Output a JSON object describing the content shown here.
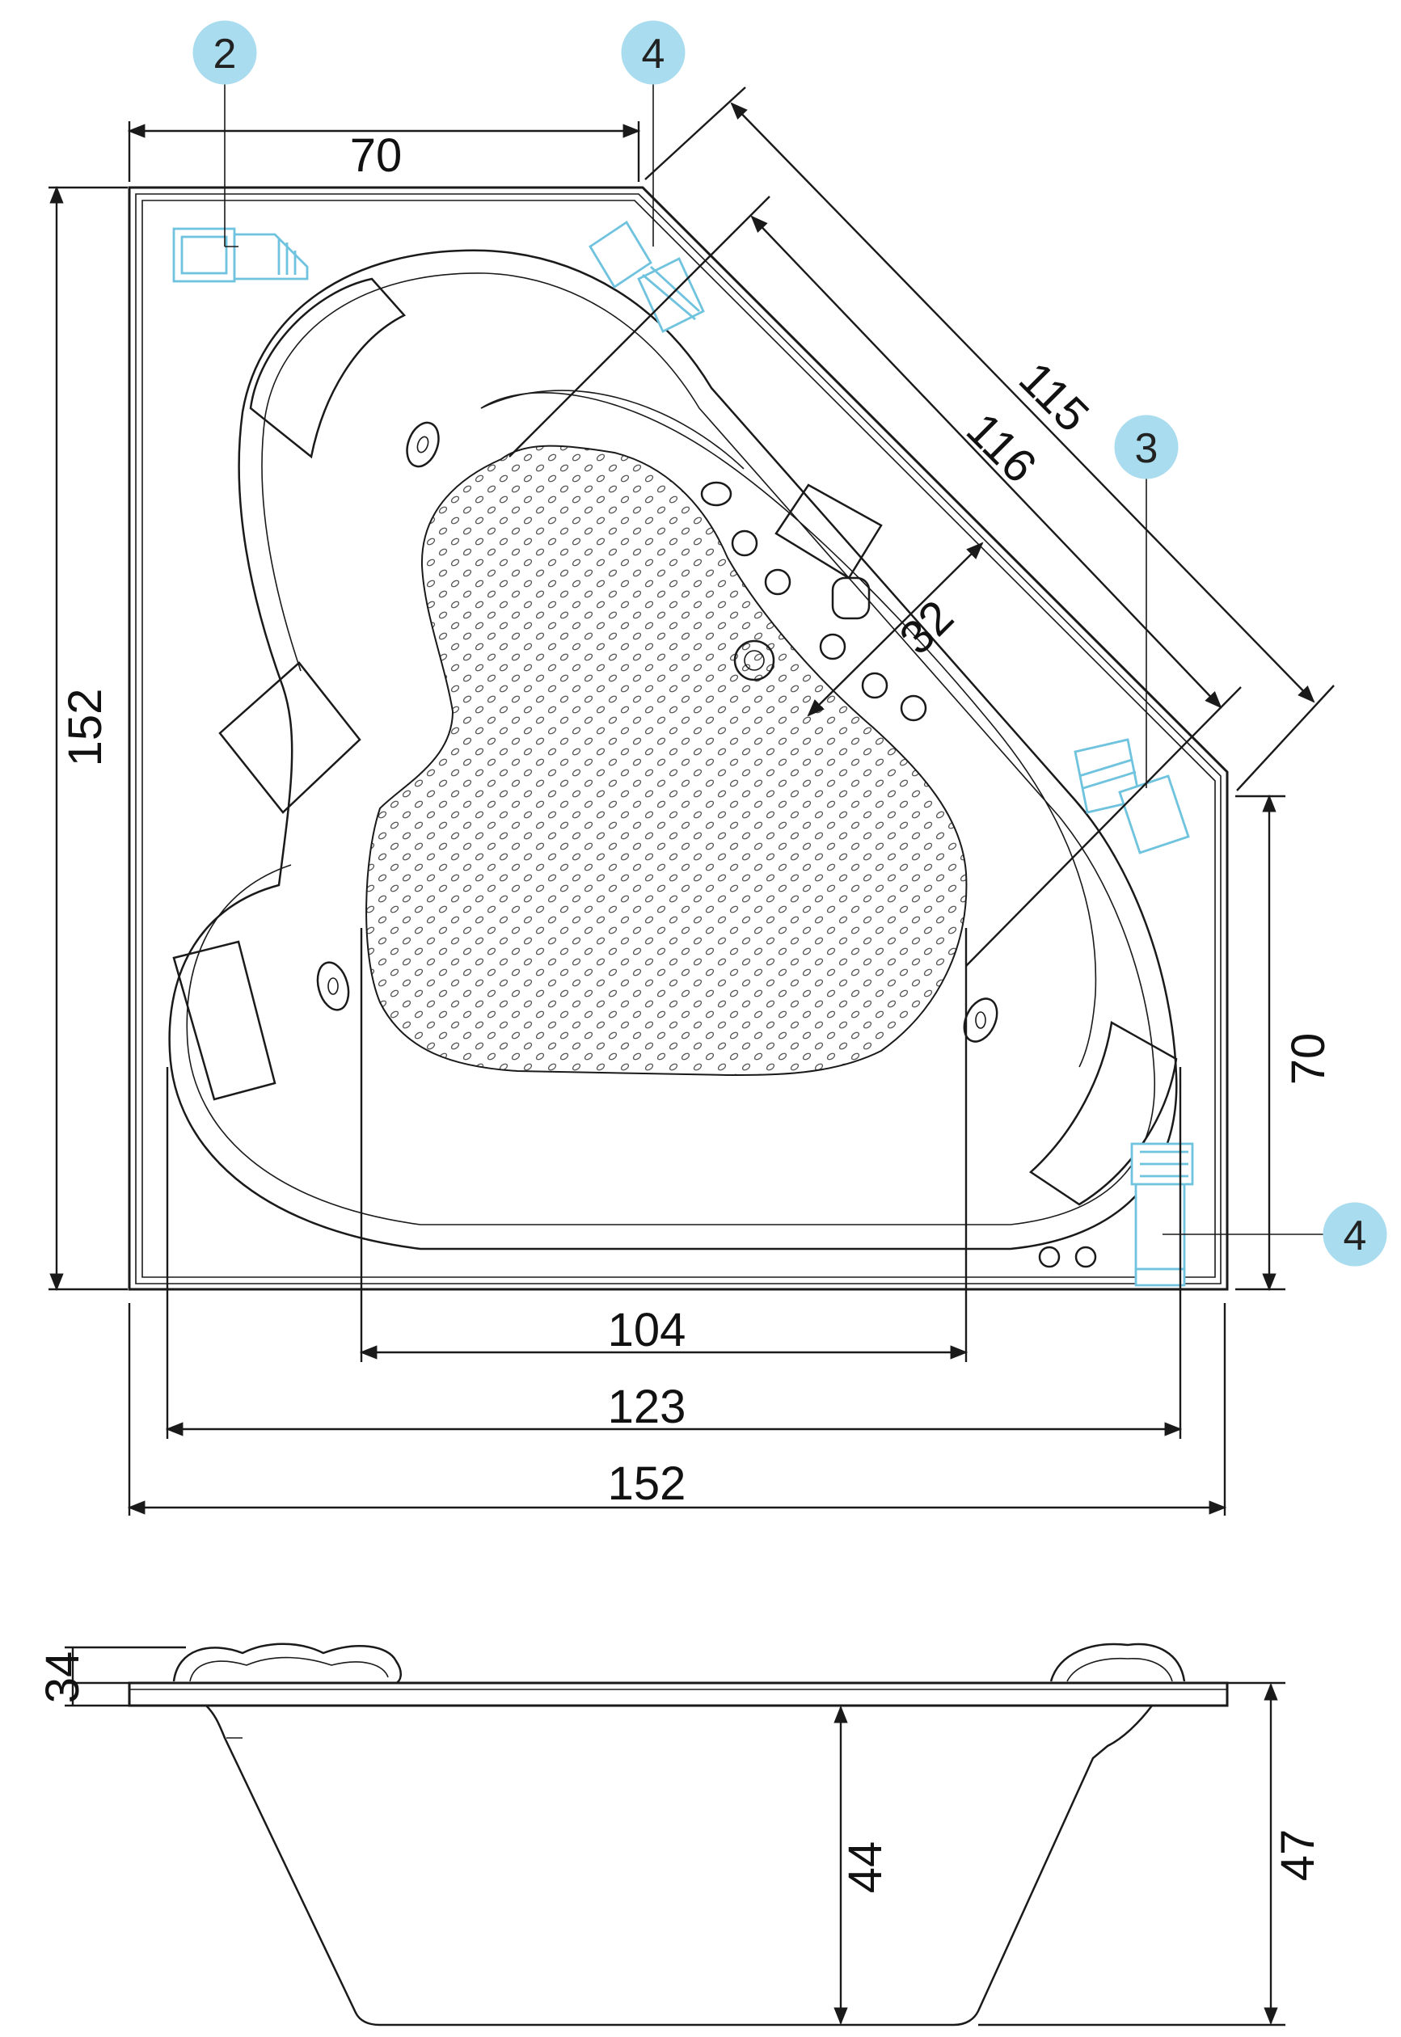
{
  "top_view": {
    "dimensions": {
      "top_width": "70",
      "diagonal_outer": "115",
      "diagonal_inner": "116",
      "seat_depth": "32",
      "left_height": "152",
      "right_side": "70",
      "inner_bottom": "104",
      "mid_bottom": "123",
      "total_bottom": "152"
    },
    "callouts": [
      {
        "id": "2"
      },
      {
        "id": "4"
      },
      {
        "id": "3"
      },
      {
        "id": "4"
      }
    ]
  },
  "side_view": {
    "dimensions": {
      "rim_height": "34",
      "inner_depth": "44",
      "total_height": "47"
    }
  },
  "colors": {
    "line": "#1a1a1a",
    "component": "#6fc3de",
    "callout_fill": "#a8dcee"
  }
}
